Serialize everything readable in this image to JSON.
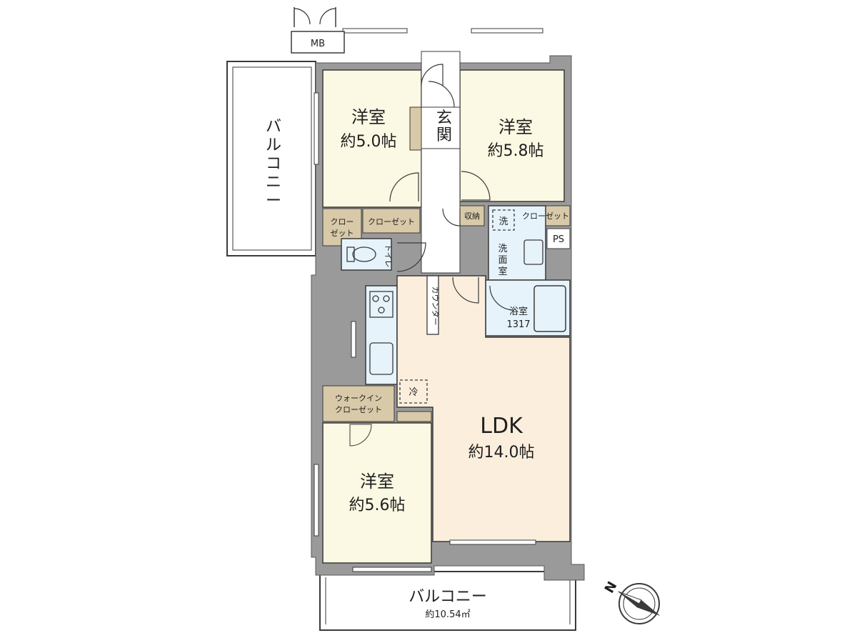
{
  "rooms": {
    "bed1": {
      "name": "洋室",
      "size": "約5.0帖"
    },
    "bed2": {
      "name": "洋室",
      "size": "約5.8帖"
    },
    "bed3": {
      "name": "洋室",
      "size": "約5.6帖"
    },
    "ldk": {
      "name": "LDK",
      "size": "約14.0帖"
    }
  },
  "labels": {
    "mb": "MB",
    "genkan_1": "玄",
    "genkan_2": "関",
    "balcony_side": [
      "バ",
      "ル",
      "コ",
      "ニ",
      "ー"
    ],
    "balcony_south": "バルコニー",
    "balcony_area": "約10.54㎡",
    "closet_small_1": "クロー",
    "closet_small_2": "ゼット",
    "closet": "クローゼット",
    "closet_right": "クローゼット",
    "storage": "収納",
    "wash_machine": "洗",
    "washroom": [
      "洗",
      "面",
      "室"
    ],
    "ps": "PS",
    "toilet": "トイレ",
    "counter": "カウンター",
    "bath_1": "浴室",
    "bath_2": "1317",
    "fridge": "冷",
    "wic_1": "ウォークイン",
    "wic_2": "クローゼット"
  },
  "compass": {
    "north_label": "N",
    "rotation_deg": -60
  },
  "colors": {
    "wall": "#9a9a9a",
    "bedroom": "#fbf8e3",
    "ldk": "#fbeedd",
    "wet": "#e6f3fb",
    "storage": "#d8c9a8",
    "entry": "#ffffff",
    "line": "#3a3a3a"
  }
}
